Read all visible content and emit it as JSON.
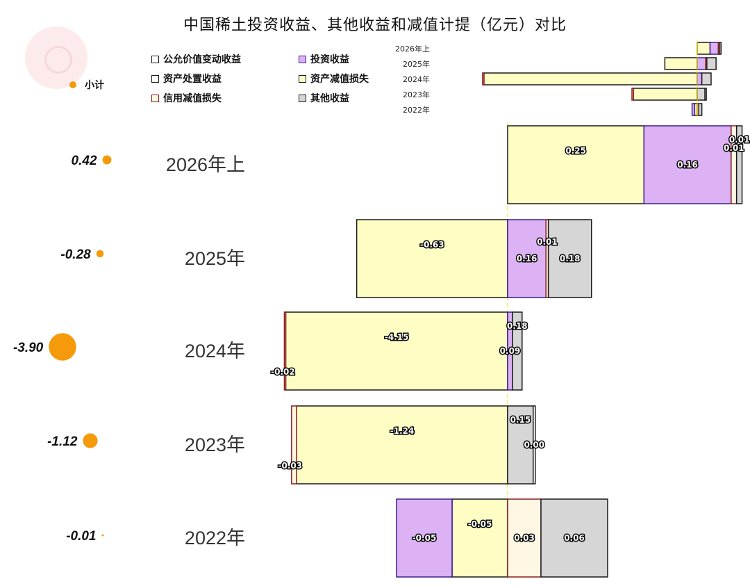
{
  "title": "中国稀土投资收益、其他收益和减值计提（亿元）对比",
  "legend": [
    {
      "key": "fv",
      "label": "公允价值变动收益",
      "fill": "#ffffff",
      "stroke": "#1a1a1a"
    },
    {
      "key": "inv",
      "label": "投资收益",
      "fill": "#dcb2f5",
      "stroke": "#3b1d8c"
    },
    {
      "key": "disp",
      "label": "资产处置收益",
      "fill": "#ffffff",
      "stroke": "#1a1a1a"
    },
    {
      "key": "imp",
      "label": "资产减值损失",
      "fill": "#fdfdc4",
      "stroke": "#1a1a1a"
    },
    {
      "key": "credit",
      "label": "信用减值损失",
      "fill": "#fdf7e4",
      "stroke": "#8b1c1c"
    },
    {
      "key": "other",
      "label": "其他收益",
      "fill": "#d6d6d6",
      "stroke": "#1a1a1a"
    }
  ],
  "subtotal_label": "小计",
  "colors": {
    "subtotal_dot": "#f59a0a",
    "zero_line": "#f3e000"
  },
  "chart_data": {
    "type": "bar",
    "orientation": "horizontal-stacked",
    "categories": [
      "2026年上",
      "2025年",
      "2024年",
      "2023年",
      "2022年"
    ],
    "series": [
      {
        "name": "资产减值损失",
        "key": "imp",
        "values": [
          0.25,
          -0.63,
          -4.15,
          -1.24,
          -0.05
        ]
      },
      {
        "name": "投资收益",
        "key": "inv",
        "values": [
          0.16,
          0.16,
          0.09,
          null,
          -0.05
        ]
      },
      {
        "name": "信用减值损失",
        "key": "credit",
        "values": [
          0.01,
          0.01,
          -0.02,
          -0.03,
          0.03
        ]
      },
      {
        "name": "其他收益",
        "key": "other",
        "values": [
          0.01,
          0.18,
          0.18,
          0.15,
          0.06
        ]
      },
      {
        "name": "资产处置收益",
        "key": "disp",
        "values": [
          null,
          null,
          null,
          0.0,
          null
        ]
      }
    ],
    "subtotals": [
      0.42,
      -0.28,
      -3.9,
      -1.12,
      -0.01
    ],
    "bar_labels": [
      [
        [
          "inv",
          "0.16"
        ],
        [
          "imp",
          "0.25"
        ],
        [
          "credit",
          "0.01"
        ],
        [
          "other",
          "0.01"
        ]
      ],
      [
        [
          "imp",
          "-0.63"
        ],
        [
          "inv",
          "0.16"
        ],
        [
          "credit",
          "0.01"
        ],
        [
          "other",
          "0.18"
        ]
      ],
      [
        [
          "imp",
          "-4.15"
        ],
        [
          "credit",
          "-0.02"
        ],
        [
          "inv",
          "0.09"
        ],
        [
          "other",
          "0.18"
        ]
      ],
      [
        [
          "imp",
          "-1.24"
        ],
        [
          "credit",
          "-0.03"
        ],
        [
          "disp",
          "0.00"
        ],
        [
          "other",
          "0.15"
        ]
      ],
      [
        [
          "imp",
          "-0.05"
        ],
        [
          "inv",
          "-0.05"
        ],
        [
          "credit",
          "0.03"
        ],
        [
          "other",
          "0.06"
        ]
      ]
    ],
    "subtotal_labels": [
      "0.42",
      "-0.28",
      "-3.90",
      "-1.12",
      "-0.01"
    ]
  }
}
